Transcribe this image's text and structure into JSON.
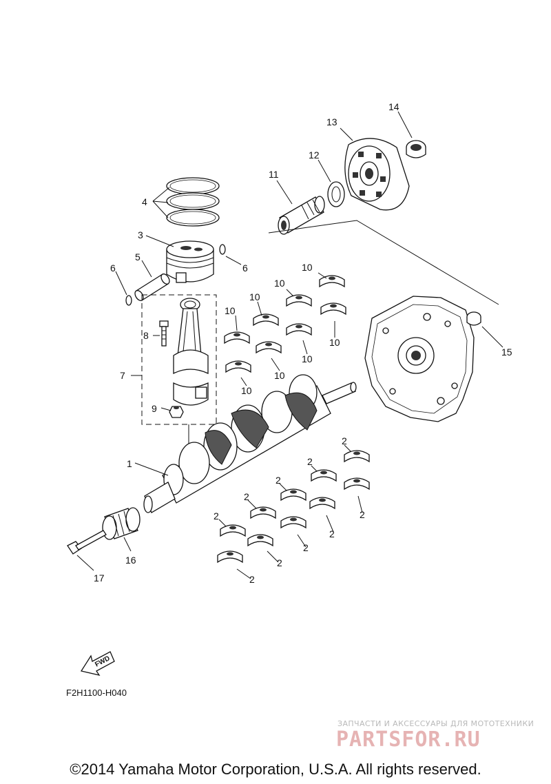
{
  "callouts": {
    "c1": "1",
    "c2": "2",
    "c3": "3",
    "c4": "4",
    "c5": "5",
    "c6": "6",
    "c7": "7",
    "c8": "8",
    "c9": "9",
    "c10": "10",
    "c11": "11",
    "c12": "12",
    "c13": "13",
    "c14": "14",
    "c15": "15",
    "c16": "16",
    "c17": "17"
  },
  "fwd_label": "FWD",
  "diagram_code": "F2H1100-H040",
  "watermark": {
    "subtitle": "ЗАПЧАСТИ И АКСЕССУАРЫ ДЛЯ МОТОТЕХНИКИ",
    "logo": "PARTSFOR.RU"
  },
  "copyright": "©2014 Yamaha Motor Corporation, U.S.A. All rights reserved."
}
